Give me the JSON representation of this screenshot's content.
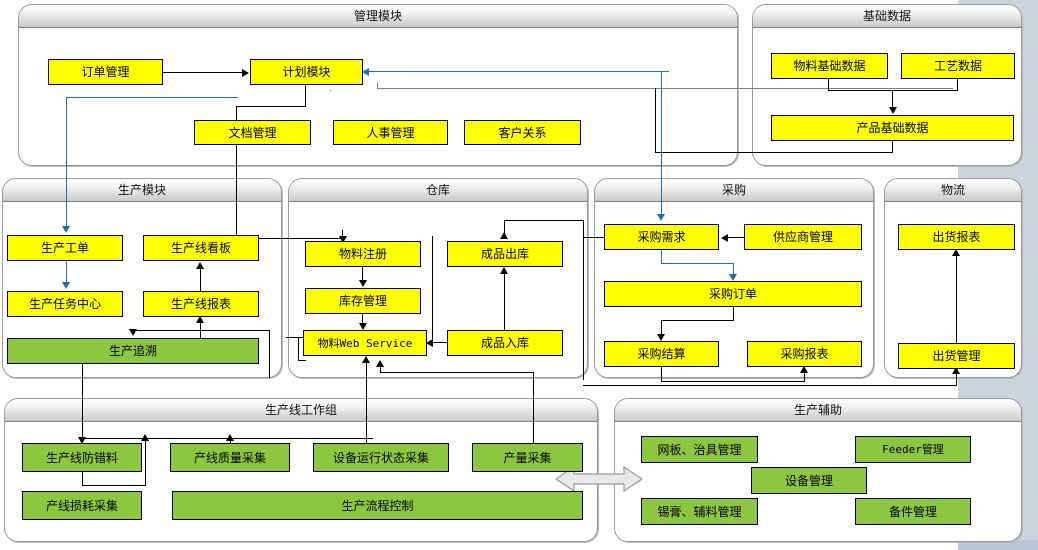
{
  "diagram": {
    "title_note": "MES system module architecture diagram",
    "palette": {
      "node_yellow": "#ffff00",
      "node_green": "#8dc63f",
      "group_border": "#9a9a9a",
      "connector_black": "#000000",
      "connector_blue": "#1f6fb4",
      "backdrop_gray": "#ccd3dd"
    }
  },
  "groups": [
    {
      "id": "management",
      "title": "管理模块"
    },
    {
      "id": "basic_data",
      "title": "基础数据"
    },
    {
      "id": "production",
      "title": "生产模块"
    },
    {
      "id": "warehouse",
      "title": "仓库"
    },
    {
      "id": "purchasing",
      "title": "采购"
    },
    {
      "id": "logistics",
      "title": "物流"
    },
    {
      "id": "line_team",
      "title": "生产线工作组"
    },
    {
      "id": "prod_support",
      "title": "生产辅助"
    }
  ],
  "nodes": {
    "management": [
      {
        "label": "订单管理",
        "color": "yellow"
      },
      {
        "label": "计划模块",
        "color": "yellow"
      },
      {
        "label": "文档管理",
        "color": "yellow"
      },
      {
        "label": "人事管理",
        "color": "yellow"
      },
      {
        "label": "客户关系",
        "color": "yellow"
      }
    ],
    "basic_data": [
      {
        "label": "物料基础数据",
        "color": "yellow"
      },
      {
        "label": "工艺数据",
        "color": "yellow"
      },
      {
        "label": "产品基础数据",
        "color": "yellow"
      }
    ],
    "production": [
      {
        "label": "生产工单",
        "color": "yellow"
      },
      {
        "label": "生产线看板",
        "color": "yellow"
      },
      {
        "label": "生产任务中心",
        "color": "yellow"
      },
      {
        "label": "生产线报表",
        "color": "yellow"
      },
      {
        "label": "生产追溯",
        "color": "green"
      }
    ],
    "warehouse": [
      {
        "label": "物料注册",
        "color": "yellow"
      },
      {
        "label": "成品出库",
        "color": "yellow"
      },
      {
        "label": "库存管理",
        "color": "yellow"
      },
      {
        "label": "物料Web Service",
        "color": "yellow"
      },
      {
        "label": "成品入库",
        "color": "yellow"
      }
    ],
    "purchasing": [
      {
        "label": "采购需求",
        "color": "yellow"
      },
      {
        "label": "供应商管理",
        "color": "yellow"
      },
      {
        "label": "采购订单",
        "color": "yellow"
      },
      {
        "label": "采购结算",
        "color": "yellow"
      },
      {
        "label": "采购报表",
        "color": "yellow"
      }
    ],
    "logistics": [
      {
        "label": "出货报表",
        "color": "yellow"
      },
      {
        "label": "出货管理",
        "color": "yellow"
      }
    ],
    "line_team": [
      {
        "label": "生产线防错料",
        "color": "green"
      },
      {
        "label": "产线质量采集",
        "color": "green"
      },
      {
        "label": "设备运行状态采集",
        "color": "green"
      },
      {
        "label": "产量采集",
        "color": "green"
      },
      {
        "label": "产线损耗采集",
        "color": "green"
      },
      {
        "label": "生产流程控制",
        "color": "green"
      }
    ],
    "prod_support": [
      {
        "label": "网板、治具管理",
        "color": "green"
      },
      {
        "label": "Feeder管理",
        "color": "green"
      },
      {
        "label": "设备管理",
        "color": "green"
      },
      {
        "label": "锡膏、辅料管理",
        "color": "green"
      },
      {
        "label": "备件管理",
        "color": "green"
      }
    ]
  }
}
